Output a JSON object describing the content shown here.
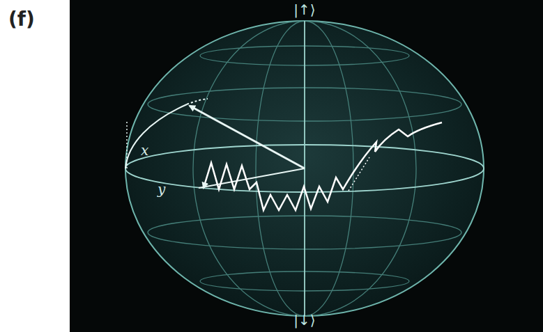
{
  "diagram": {
    "labels": [
      "(f)",
      "|↑⟩",
      "|↓⟩",
      "x",
      "y"
    ]
  }
}
